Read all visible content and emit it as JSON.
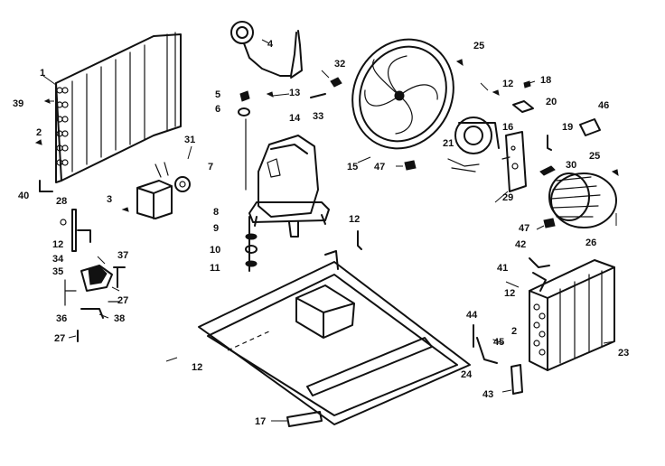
{
  "callouts": [
    "1",
    "2",
    "39",
    "40",
    "28",
    "12",
    "34",
    "35",
    "37",
    "27",
    "36",
    "38",
    "27",
    "3",
    "31",
    "7",
    "4",
    "5",
    "6",
    "13",
    "32",
    "33",
    "14",
    "8",
    "9",
    "10",
    "11",
    "12",
    "15",
    "47",
    "25",
    "12",
    "18",
    "20",
    "16",
    "21",
    "19",
    "46",
    "25",
    "30",
    "29",
    "47",
    "26",
    "42",
    "41",
    "12",
    "2",
    "44",
    "45",
    "24",
    "23",
    "43",
    "12",
    "17"
  ]
}
